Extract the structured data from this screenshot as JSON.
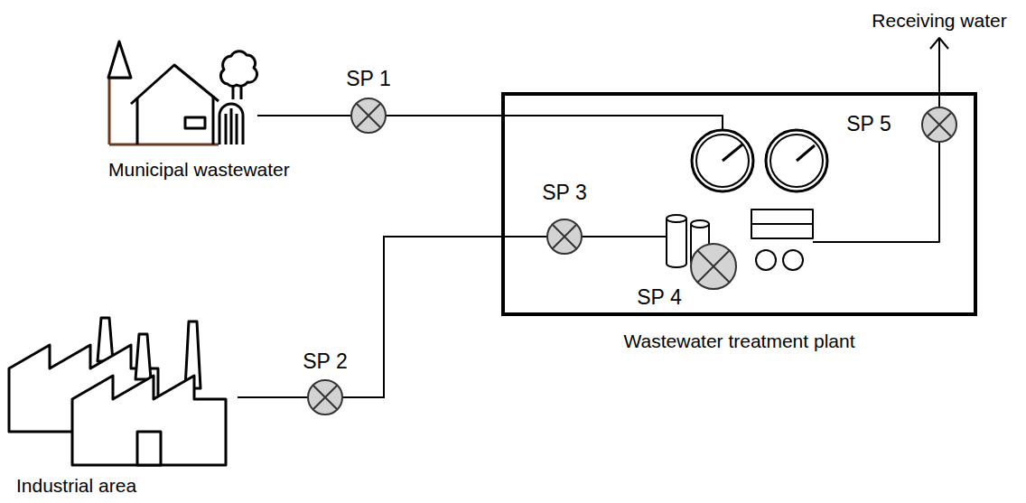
{
  "diagram": {
    "nodes": [
      {
        "text": [
          "Municipal wastewater"
        ]
      },
      {
        "text": [
          "Industrial area"
        ]
      },
      {
        "text": [
          "Wastewater treatment plant"
        ]
      }
    ],
    "edges": [
      {
        "from": 0,
        "to": 2,
        "arrow": "none"
      },
      {
        "from": 1,
        "to": 2,
        "arrow": "none"
      }
    ],
    "labels": [
      "Receiving water",
      "SP 1",
      "SP 2",
      "SP 3",
      "SP 4",
      "SP 5"
    ]
  }
}
